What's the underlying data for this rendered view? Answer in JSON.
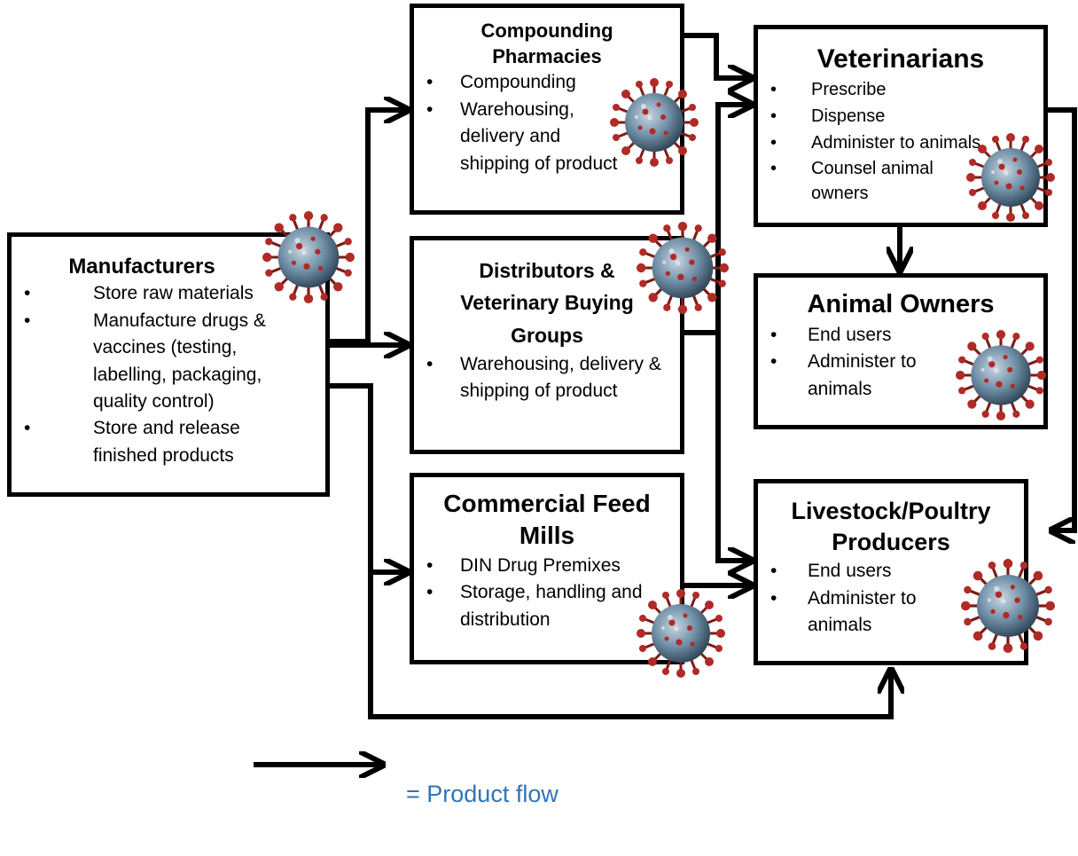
{
  "nodes": {
    "manufacturers": {
      "title": "Manufacturers",
      "items": [
        "Store raw materials",
        "Manufacture drugs & vaccines (testing, labelling, packaging, quality control)",
        "Store and release finished products"
      ]
    },
    "compounding": {
      "title": "Compounding Pharmacies",
      "items": [
        "Compounding",
        "Warehousing, delivery and shipping of product"
      ]
    },
    "distributors": {
      "title": "Distributors & Veterinary Buying Groups",
      "items": [
        "Warehousing, delivery & shipping of product"
      ]
    },
    "feedmills": {
      "title": "Commercial Feed Mills",
      "items": [
        "DIN Drug Premixes",
        "Storage, handling and distribution"
      ]
    },
    "veterinarians": {
      "title": "Veterinarians",
      "items": [
        "Prescribe",
        "Dispense",
        "Administer to animals",
        "Counsel animal owners"
      ]
    },
    "owners": {
      "title": "Animal Owners",
      "items": [
        "End users",
        "Administer to animals"
      ]
    },
    "producers": {
      "title": "Livestock/Poultry Producers",
      "items": [
        "End users",
        "Administer to animals"
      ]
    }
  },
  "legend": {
    "label": "= Product flow"
  },
  "colors": {
    "line": "#000000",
    "legend_text": "#2e75b6",
    "virus_body": "#6f8fa6",
    "virus_spike": "#b02a26"
  },
  "icons": {
    "virus": "coronavirus-icon"
  }
}
